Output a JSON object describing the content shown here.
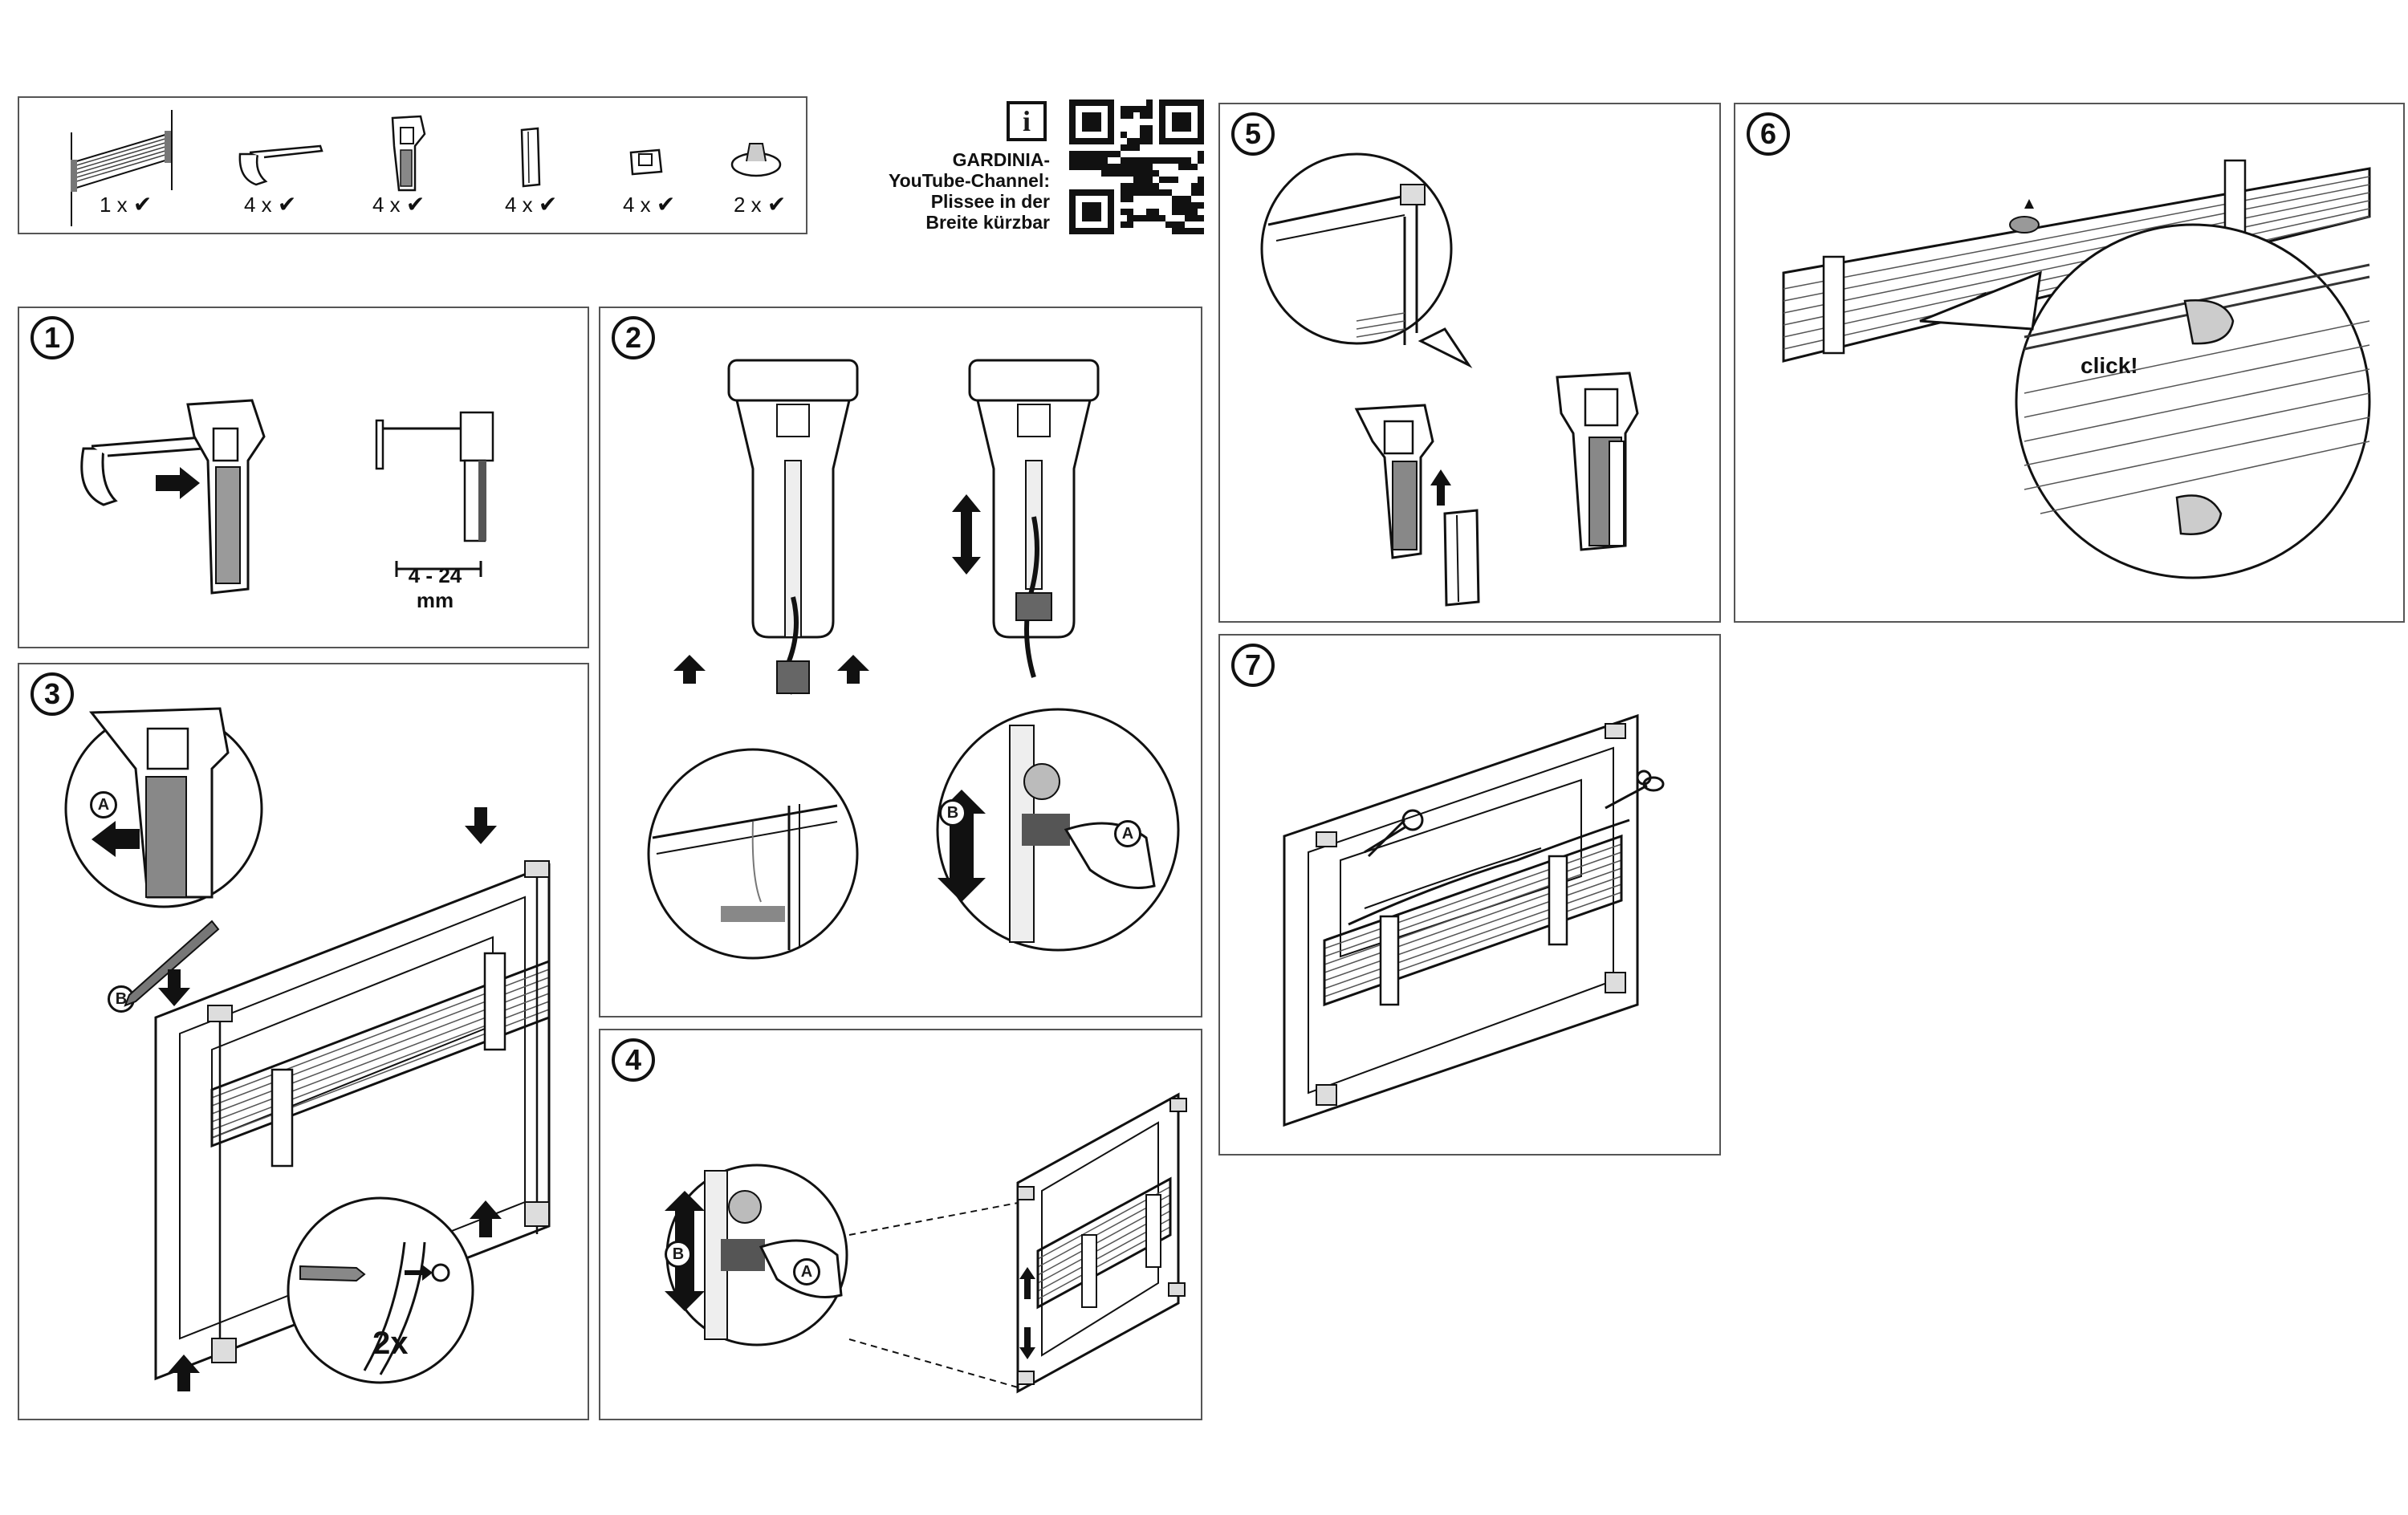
{
  "parts": [
    {
      "name": "plisse-blind",
      "count_label": "1 x",
      "check": "✔"
    },
    {
      "name": "cover-cap",
      "count_label": "4 x",
      "check": "✔"
    },
    {
      "name": "clamp-bracket",
      "count_label": "4 x",
      "check": "✔"
    },
    {
      "name": "spacer-insert",
      "count_label": "4 x",
      "check": "✔"
    },
    {
      "name": "cord-clip",
      "count_label": "4 x",
      "check": "✔"
    },
    {
      "name": "handle-knob",
      "count_label": "2 x",
      "check": "✔"
    }
  ],
  "info": {
    "icon": "i",
    "lines": [
      "GARDINIA-",
      "YouTube-Channel:",
      "Plissee in der",
      "Breite kürzbar"
    ]
  },
  "steps": [
    {
      "number": "1",
      "dimension_label": "4 - 24",
      "dimension_unit": "mm"
    },
    {
      "number": "2",
      "label_a": "A",
      "label_b": "B"
    },
    {
      "number": "3",
      "label_a": "A",
      "label_b": "B",
      "repeat_label": "2x"
    },
    {
      "number": "4",
      "label_a": "A",
      "label_b": "B"
    },
    {
      "number": "5"
    },
    {
      "number": "6",
      "click_label": "click!"
    },
    {
      "number": "7"
    }
  ],
  "colors": {
    "line": "#1a1a1a",
    "panel_border": "#555555",
    "shade": "#8a8a8a",
    "dark": "#3a3a3a"
  },
  "icons": {
    "qr_code": "qr-code-icon",
    "info": "info-icon",
    "check": "check-mark-icon",
    "arrow": "arrow-icon",
    "scissors": "scissors-icon",
    "pencil": "pencil-icon"
  }
}
